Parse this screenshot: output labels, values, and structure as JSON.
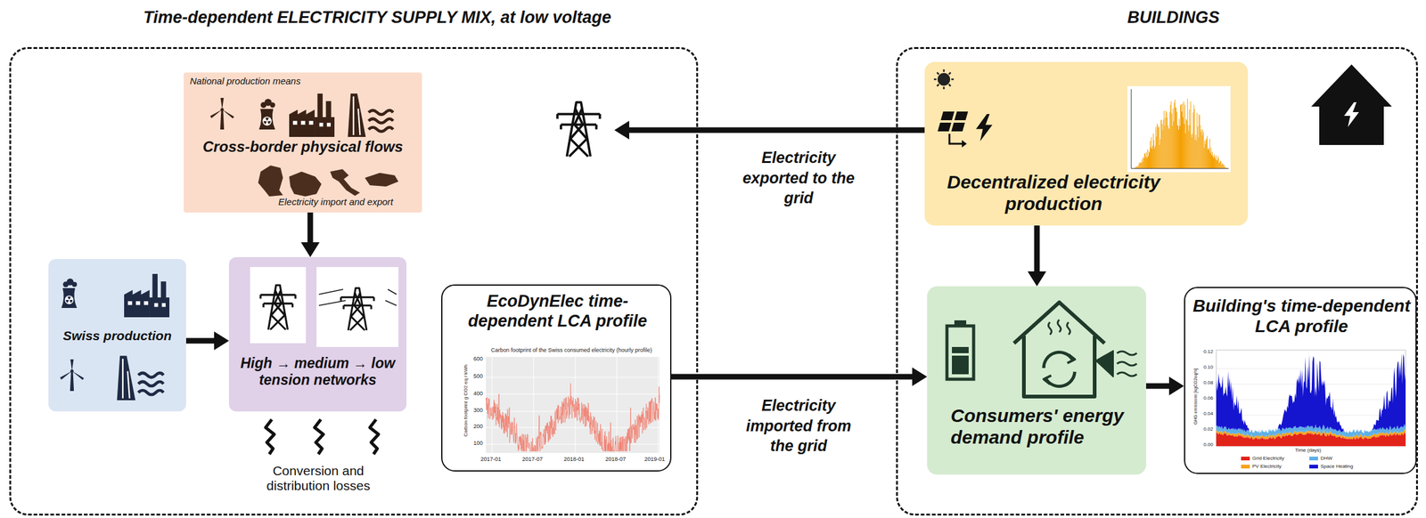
{
  "diagram": {
    "nodes": [
      {
        "text": [
          "Time-dependent ELECTRICITY SUPPLY MIX, at low voltage"
        ]
      },
      {
        "text": [
          "National production means",
          "Cross-border physical flows",
          "Electricity import and export"
        ],
        "in": 0
      },
      {
        "text": [
          "Swiss production"
        ],
        "in": 0
      },
      {
        "text": [
          "High → medium → low tension networks"
        ],
        "in": 0
      },
      {
        "text": [
          "EcoDynElec time-dependent LCA profile"
        ],
        "in": 0
      },
      {
        "text": [
          "BUILDINGS"
        ]
      },
      {
        "text": [
          "Decentralized electricity production"
        ],
        "in": 5
      },
      {
        "text": [
          "Consumers' energy demand profile"
        ],
        "in": 5
      },
      {
        "text": [
          "Building's time-dependent LCA profile"
        ],
        "in": 5
      }
    ],
    "edges": [
      {
        "from": 1,
        "to": 3,
        "arrow": "to"
      },
      {
        "from": 2,
        "to": 3,
        "arrow": "to"
      },
      {
        "from": 6,
        "to": 0,
        "label": "Electricity exported to the grid",
        "arrow": "to"
      },
      {
        "from": 4,
        "to": 7,
        "label": "Electricity imported from the grid",
        "arrow": "to"
      },
      {
        "from": 6,
        "to": 7,
        "arrow": "to"
      },
      {
        "from": 7,
        "to": 8,
        "arrow": "to"
      }
    ],
    "labels": [
      "Conversion and distribution losses",
      "Carbon footprint of the Swiss consumed electricity (hourly profile)",
      "Carbon footprint g CO2 eq / kWh",
      "600",
      "500",
      "400",
      "300",
      "200",
      "100",
      "2017-01",
      "2017-07",
      "2018-01",
      "2018-07",
      "2019-01",
      "GHG emissions [kgCO2eq/h]",
      "0.12",
      "0.10",
      "0.08",
      "0.06",
      "0.04",
      "0.02",
      "0.00",
      "Time (days)"
    ],
    "legend": [
      {
        "text": "Grid Electricity",
        "color": "#e2231a"
      },
      {
        "text": "DHW",
        "color": "#5fb0e6"
      },
      {
        "text": "PV Electricity",
        "color": "#f7a21b"
      },
      {
        "text": "Space Heating",
        "color": "#1515d0"
      }
    ]
  }
}
